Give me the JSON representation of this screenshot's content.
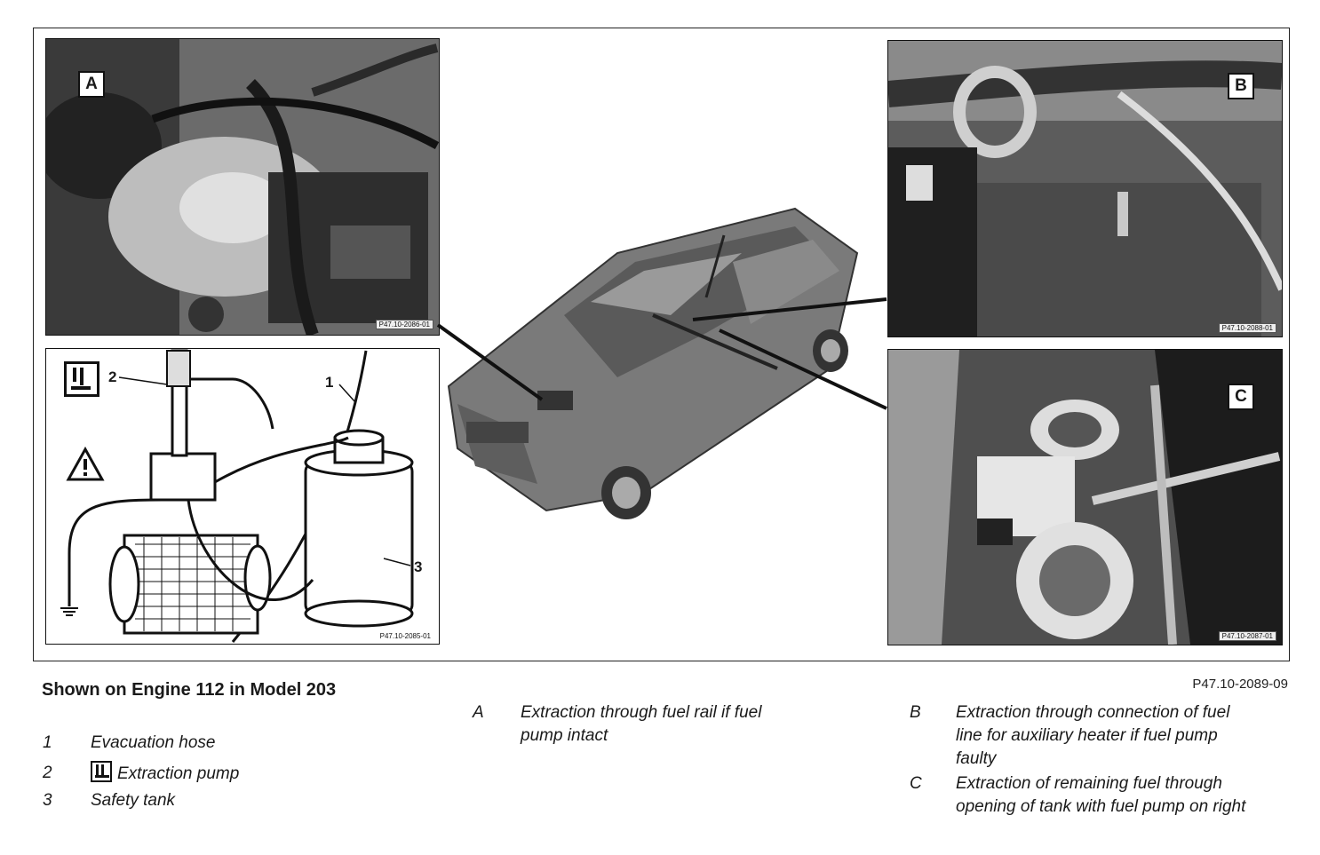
{
  "figure_ref": "P47.10-2089-09",
  "panels": {
    "A": {
      "letter": "A",
      "ref": "P47.10-2086-01"
    },
    "B": {
      "letter": "B",
      "ref": "P47.10-2088-01"
    },
    "C": {
      "letter": "C",
      "ref": "P47.10-2087-01"
    },
    "D": {
      "ref": "P47.10-2085-01",
      "callouts": [
        "1",
        "2",
        "3"
      ]
    }
  },
  "caption": {
    "title": "Shown on Engine 112 in Model 203",
    "legend": [
      {
        "num": "1",
        "text": "Evacuation hose"
      },
      {
        "num": "2",
        "text": "Extraction pump"
      },
      {
        "num": "3",
        "text": "Safety tank"
      }
    ],
    "notes": [
      {
        "letter": "A",
        "text_lines": [
          "Extraction through fuel rail if fuel",
          "pump intact"
        ]
      },
      {
        "letter": "B",
        "text_lines": [
          "Extraction through connection of fuel",
          "line for auxiliary heater if fuel pump",
          "faulty"
        ]
      },
      {
        "letter": "C",
        "text_lines": [
          "Extraction of remaining fuel through",
          "opening of tank with fuel pump on right"
        ]
      }
    ]
  },
  "icons": [
    "pump-symbol-icon",
    "warning-triangle-icon",
    "ground-symbol-icon"
  ]
}
